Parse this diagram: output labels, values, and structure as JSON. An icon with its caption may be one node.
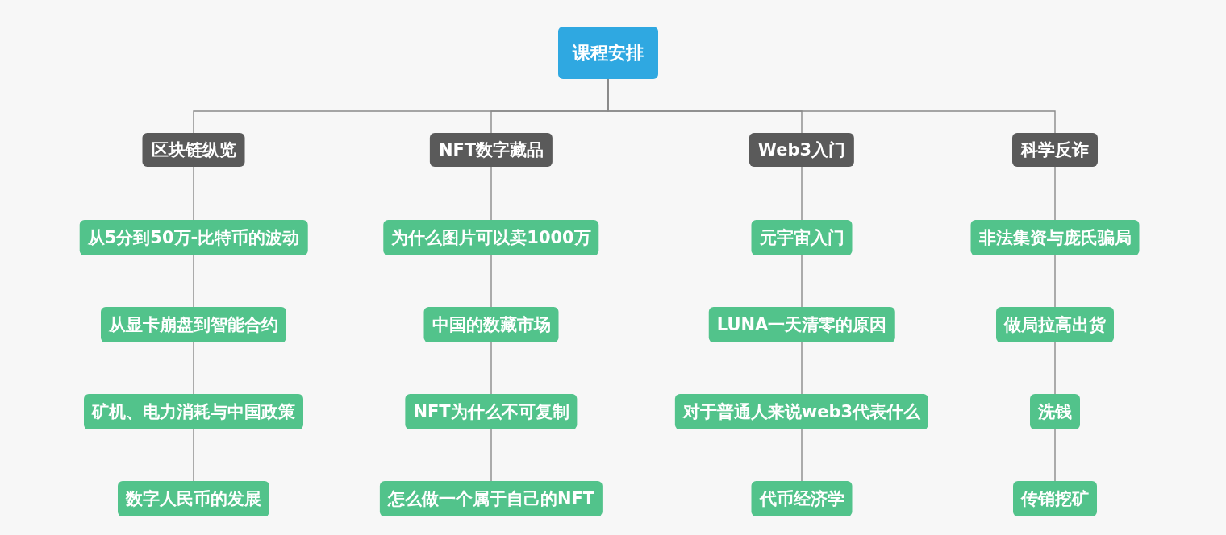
{
  "diagram": {
    "nodes": [
      {
        "text": [
          "课程安排"
        ]
      },
      {
        "text": [
          "区块链纵览"
        ]
      },
      {
        "text": [
          "从5分到50万-比特币的波动"
        ]
      },
      {
        "text": [
          "从显卡崩盘到智能合约"
        ]
      },
      {
        "text": [
          "矿机、电力消耗与中国政策"
        ]
      },
      {
        "text": [
          "数字人民币的发展"
        ]
      },
      {
        "text": [
          "NFT数字藏品"
        ]
      },
      {
        "text": [
          "为什么图片可以卖1000万"
        ]
      },
      {
        "text": [
          "中国的数藏市场"
        ]
      },
      {
        "text": [
          "NFT为什么不可复制"
        ]
      },
      {
        "text": [
          "怎么做一个属于自己的NFT"
        ]
      },
      {
        "text": [
          "Web3入门"
        ]
      },
      {
        "text": [
          "元宇宙入门"
        ]
      },
      {
        "text": [
          "LUNA一天清零的原因"
        ]
      },
      {
        "text": [
          "对于普通人来说web3代表什么"
        ]
      },
      {
        "text": [
          "代币经济学"
        ]
      },
      {
        "text": [
          "科学反诈"
        ]
      },
      {
        "text": [
          "非法集资与庞氏骗局"
        ]
      },
      {
        "text": [
          "做局拉高出货"
        ]
      },
      {
        "text": [
          "洗钱"
        ]
      },
      {
        "text": [
          "传销挖矿"
        ]
      }
    ],
    "edges": [
      {
        "from": 0,
        "to": 1,
        "arrow": "none"
      },
      {
        "from": 0,
        "to": 6,
        "arrow": "none"
      },
      {
        "from": 0,
        "to": 11,
        "arrow": "none"
      },
      {
        "from": 0,
        "to": 16,
        "arrow": "none"
      },
      {
        "from": 1,
        "to": 2,
        "arrow": "none"
      },
      {
        "from": 2,
        "to": 3,
        "arrow": "none"
      },
      {
        "from": 3,
        "to": 4,
        "arrow": "none"
      },
      {
        "from": 4,
        "to": 5,
        "arrow": "none"
      },
      {
        "from": 6,
        "to": 7,
        "arrow": "none"
      },
      {
        "from": 7,
        "to": 8,
        "arrow": "none"
      },
      {
        "from": 8,
        "to": 9,
        "arrow": "none"
      },
      {
        "from": 9,
        "to": 10,
        "arrow": "none"
      },
      {
        "from": 11,
        "to": 12,
        "arrow": "none"
      },
      {
        "from": 12,
        "to": 13,
        "arrow": "none"
      },
      {
        "from": 13,
        "to": 14,
        "arrow": "none"
      },
      {
        "from": 14,
        "to": 15,
        "arrow": "none"
      },
      {
        "from": 16,
        "to": 17,
        "arrow": "none"
      },
      {
        "from": 17,
        "to": 18,
        "arrow": "none"
      },
      {
        "from": 18,
        "to": 19,
        "arrow": "none"
      },
      {
        "from": 19,
        "to": 20,
        "arrow": "none"
      }
    ]
  }
}
